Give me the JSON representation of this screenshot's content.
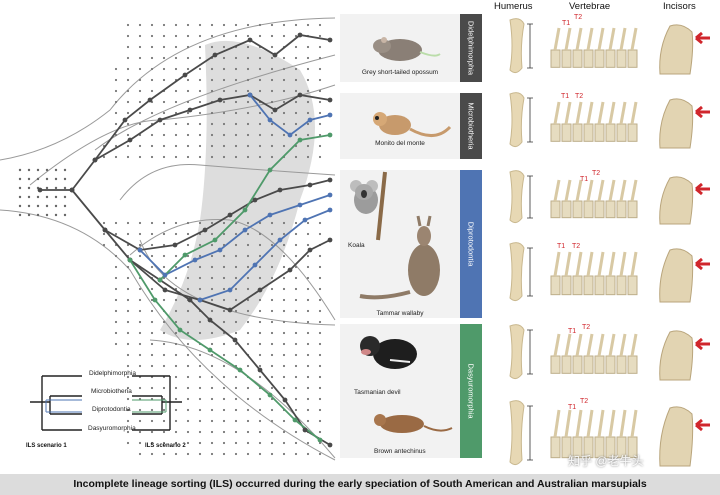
{
  "columns": {
    "humerus": "Humerus",
    "vertebrae": "Vertebrae",
    "incisors": "Incisors"
  },
  "clades": [
    {
      "name": "Didelphimorphia",
      "color": "#4a4a4a"
    },
    {
      "name": "Microbiotheria",
      "color": "#4a4a4a"
    },
    {
      "name": "Diprotodontia",
      "color": "#4f74b3"
    },
    {
      "name": "Dasyuromorphia",
      "color": "#4f9a6a"
    }
  ],
  "animals": {
    "opossum": "Grey short-tailed opossum",
    "monito": "Monito del monte",
    "koala": "Koala",
    "wallaby": "Tammar wallaby",
    "devil": "Tasmanian devil",
    "antechinus": "Brown antechinus"
  },
  "vertebra_labels": {
    "t1": "T1",
    "t2": "T2"
  },
  "legend": {
    "items": [
      "Didelphimorphia",
      "Microbiotheria",
      "Diprotodontia",
      "Dasyuromorphia"
    ],
    "scenario1": "ILS scenario 1",
    "scenario2": "ILS scenario 2"
  },
  "lineage_colors": {
    "gray": "#4a4a4a",
    "blue": "#4f74b3",
    "green": "#4f9a6a",
    "arrow": "#d0262c"
  },
  "caption": "Incomplete lineage sorting (ILS) occurred during the early speciation of South American and Australian marsupials",
  "watermark": "知乎 @老牛头"
}
